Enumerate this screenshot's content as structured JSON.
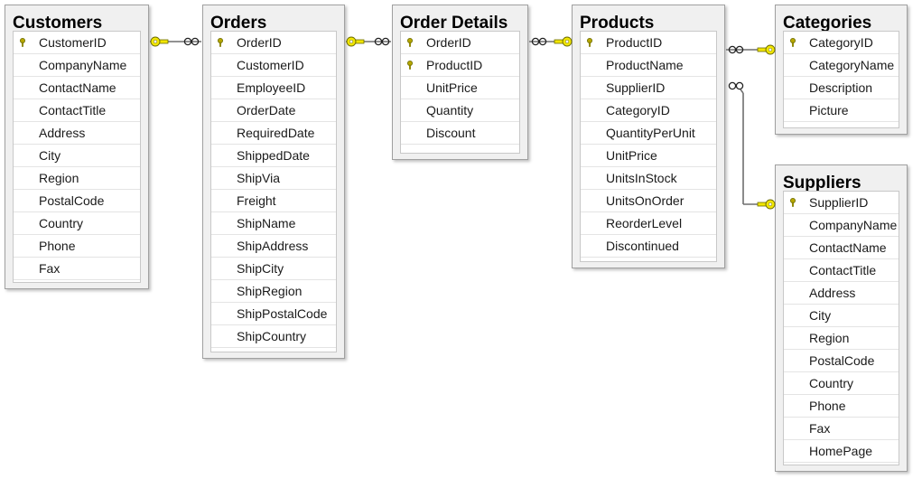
{
  "tables": [
    {
      "id": "customers",
      "title": "Customers",
      "pk": [
        "CustomerID"
      ],
      "columns": [
        "CustomerID",
        "CompanyName",
        "ContactName",
        "ContactTitle",
        "Address",
        "City",
        "Region",
        "PostalCode",
        "Country",
        "Phone",
        "Fax"
      ]
    },
    {
      "id": "orders",
      "title": "Orders",
      "pk": [
        "OrderID"
      ],
      "columns": [
        "OrderID",
        "CustomerID",
        "EmployeeID",
        "OrderDate",
        "RequiredDate",
        "ShippedDate",
        "ShipVia",
        "Freight",
        "ShipName",
        "ShipAddress",
        "ShipCity",
        "ShipRegion",
        "ShipPostalCode",
        "ShipCountry"
      ]
    },
    {
      "id": "order-details",
      "title": "Order Details",
      "pk": [
        "OrderID",
        "ProductID"
      ],
      "columns": [
        "OrderID",
        "ProductID",
        "UnitPrice",
        "Quantity",
        "Discount"
      ]
    },
    {
      "id": "products",
      "title": "Products",
      "pk": [
        "ProductID"
      ],
      "columns": [
        "ProductID",
        "ProductName",
        "SupplierID",
        "CategoryID",
        "QuantityPerUnit",
        "UnitPrice",
        "UnitsInStock",
        "UnitsOnOrder",
        "ReorderLevel",
        "Discontinued"
      ]
    },
    {
      "id": "categories",
      "title": "Categories",
      "pk": [
        "CategoryID"
      ],
      "columns": [
        "CategoryID",
        "CategoryName",
        "Description",
        "Picture"
      ]
    },
    {
      "id": "suppliers",
      "title": "Suppliers",
      "pk": [
        "SupplierID"
      ],
      "columns": [
        "SupplierID",
        "CompanyName",
        "ContactName",
        "ContactTitle",
        "Address",
        "City",
        "Region",
        "PostalCode",
        "Country",
        "Phone",
        "Fax",
        "HomePage"
      ]
    }
  ],
  "relationships": [
    {
      "one": "customers",
      "many": "orders"
    },
    {
      "one": "orders",
      "many": "order-details"
    },
    {
      "one": "products",
      "many": "order-details"
    },
    {
      "one": "categories",
      "many": "products"
    },
    {
      "one": "suppliers",
      "many": "products"
    }
  ],
  "colors": {
    "key": "#f2e600",
    "key_outline": "#6b6b00",
    "line": "#6e6e6e",
    "pk_icon": "#b8a800"
  }
}
